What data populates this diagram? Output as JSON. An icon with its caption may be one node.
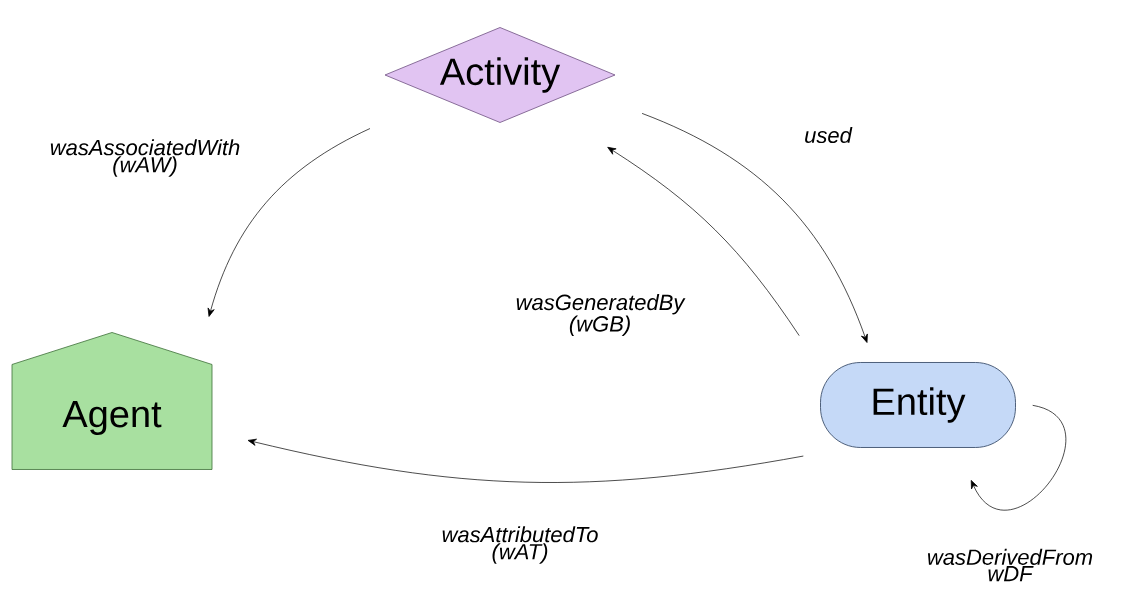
{
  "diagram": {
    "nodes": [
      {
        "text": [
          "Activity"
        ]
      },
      {
        "text": [
          "Agent"
        ]
      },
      {
        "text": [
          "Entity"
        ]
      }
    ],
    "edges": [
      {
        "from": 0,
        "to": 1,
        "arrow": "to",
        "label": "wasAssociatedWith (wAW)"
      },
      {
        "from": 0,
        "to": 2,
        "arrow": "to",
        "label": "used"
      },
      {
        "from": 2,
        "to": 0,
        "arrow": "to",
        "label": "wasGeneratedBy (wGB)"
      },
      {
        "from": 2,
        "to": 1,
        "arrow": "to",
        "label": "wasAttributedTo (wAT)"
      },
      {
        "from": 2,
        "to": 2,
        "arrow": "to",
        "label": "wasDerivedFrom wDF"
      }
    ]
  }
}
